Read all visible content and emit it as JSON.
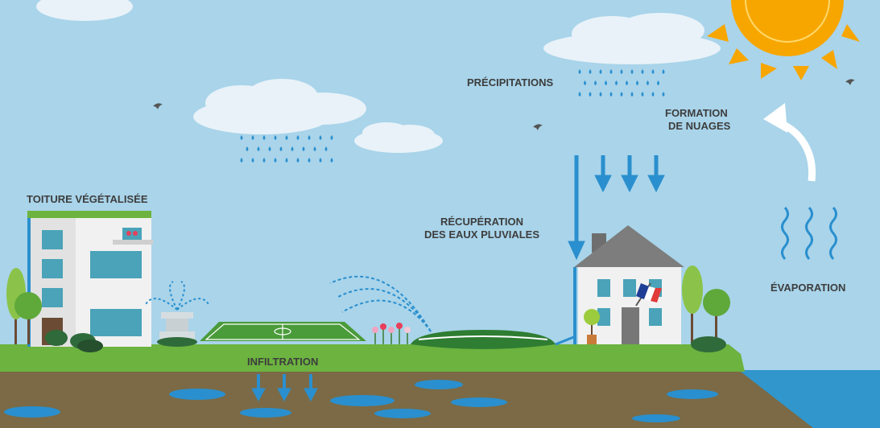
{
  "labels": {
    "precipitations": "PRÉCIPITATIONS",
    "formation_line1": "FORMATION",
    "formation_line2": "DE NUAGES",
    "toiture": "TOITURE VÉGÉTALISÉE",
    "recuperation_line1": "RÉCUPÉRATION",
    "recuperation_line2": "DES EAUX PLUVIALES",
    "evaporation": "ÉVAPORATION",
    "infiltration": "INFILTRATION"
  },
  "colors": {
    "sky": "#a9d4ea",
    "grass": "#6cb33f",
    "soil": "#7b6a45",
    "sea": "#3196cc",
    "water_arrow": "#2a8fce",
    "sun": "#f7a600",
    "label": "#3d3d3d"
  }
}
